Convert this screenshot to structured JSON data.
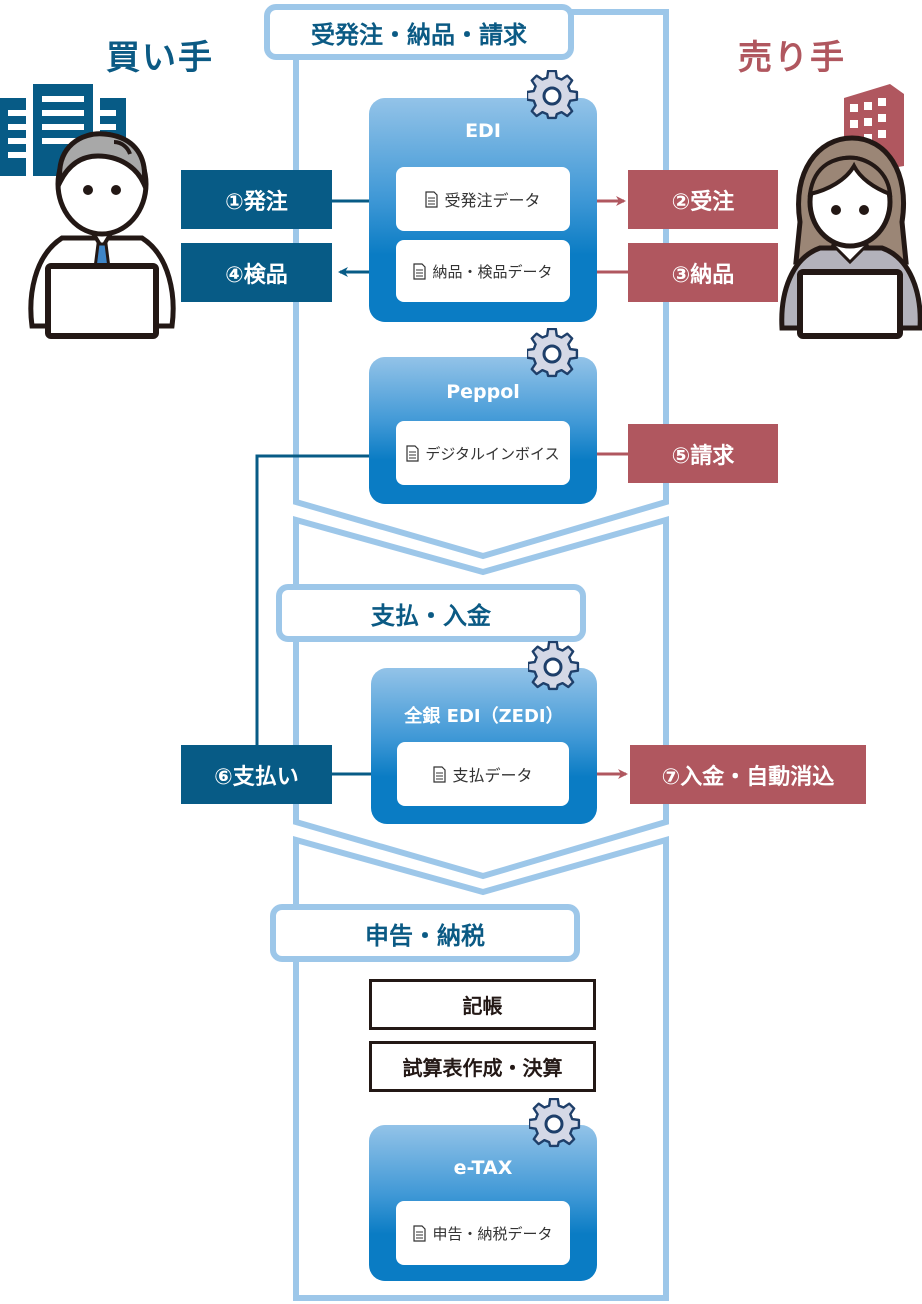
{
  "parties": {
    "buyer": {
      "label": "買い手",
      "color": "#0b5a84"
    },
    "seller": {
      "label": "売り手",
      "color": "#b0575f"
    }
  },
  "stages": [
    {
      "title": "受発注・納品・請求"
    },
    {
      "title": "支払・入金"
    },
    {
      "title": "申告・納税"
    }
  ],
  "systems": {
    "edi": {
      "name": "EDI",
      "data": [
        "受発注データ",
        "納品・検品データ"
      ]
    },
    "peppol": {
      "name": "Peppol",
      "data": [
        "デジタルインボイス"
      ]
    },
    "zedi": {
      "name": "全銀 EDI（ZEDI）",
      "data": [
        "支払データ"
      ]
    },
    "etax": {
      "name": "e-TAX",
      "data": [
        "申告・納税データ"
      ]
    }
  },
  "steps": {
    "s1": "①発注",
    "s2": "②受注",
    "s3": "③納品",
    "s4": "④検品",
    "s5": "⑤請求",
    "s6": "⑥支払い",
    "s7": "⑦入金・自動消込"
  },
  "tasks": [
    "記帳",
    "試算表作成・決算"
  ],
  "icons": {
    "gear": "gear-icon",
    "document": "document-icon",
    "buyer_building": "office-building-icon",
    "seller_building": "office-building-icon",
    "buyer_person": "man-at-laptop-icon",
    "seller_person": "woman-at-laptop-icon"
  },
  "colors": {
    "frame": "#9dc7e9",
    "buyer": "#075b86",
    "seller": "#b0575f",
    "system_top": "#93c3e8",
    "system_bottom": "#0a7cc4",
    "gear_fill": "#d4d8e6",
    "gear_stroke": "#1e3f6a"
  }
}
